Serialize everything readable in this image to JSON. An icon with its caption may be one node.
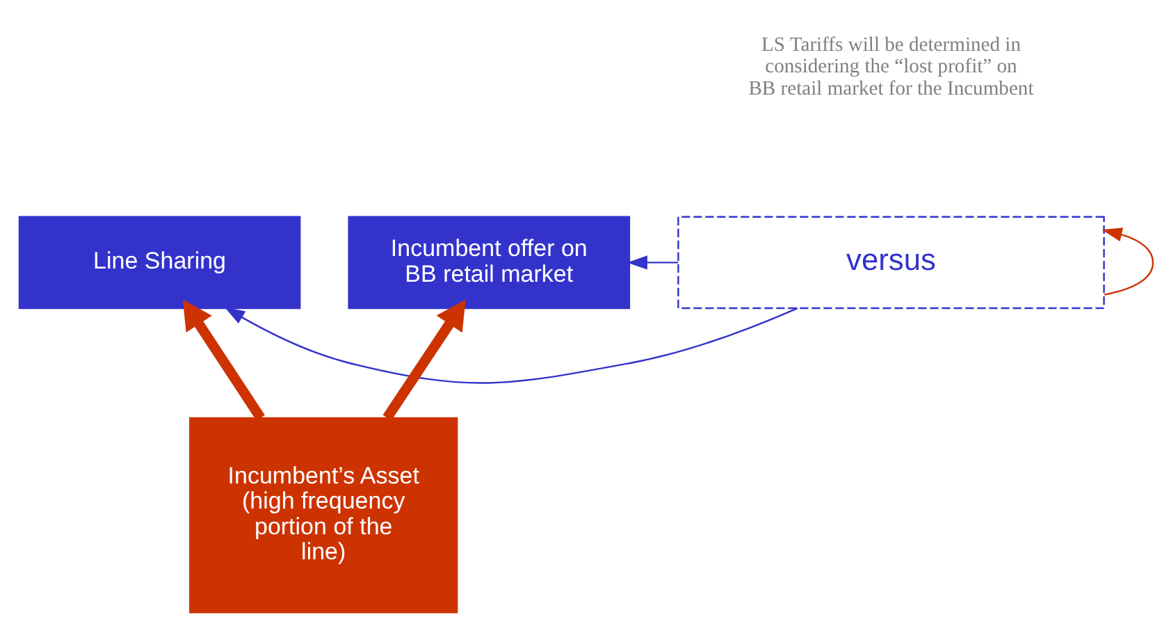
{
  "diagram": {
    "nodes": [
      {
        "text": [
          "Line Sharing"
        ]
      },
      {
        "text": [
          "versus"
        ]
      },
      {
        "text": [
          "Incumbent offer on BB retail market"
        ]
      },
      {
        "text": [
          "Incumbent’s Asset (high frequency portion of the line)"
        ]
      }
    ],
    "edges": [
      {
        "from": 1,
        "to": 0,
        "arrow": "to",
        "color": "#3333cc"
      },
      {
        "from": 1,
        "to": 2,
        "arrow": "to",
        "color": "#3333cc"
      },
      {
        "from": 3,
        "to": 0,
        "arrow": "to",
        "style": "thick",
        "color": "#cc3300"
      },
      {
        "from": 3,
        "to": 2,
        "arrow": "to",
        "style": "thick",
        "color": "#cc3300"
      },
      {
        "from": 1,
        "to": 1,
        "arrow": "to",
        "color": "#cc3300"
      }
    ],
    "labels": [
      "LS Tariffs will be determined in considering the “lost profit” on BB retail market for the Incumbent"
    ]
  }
}
